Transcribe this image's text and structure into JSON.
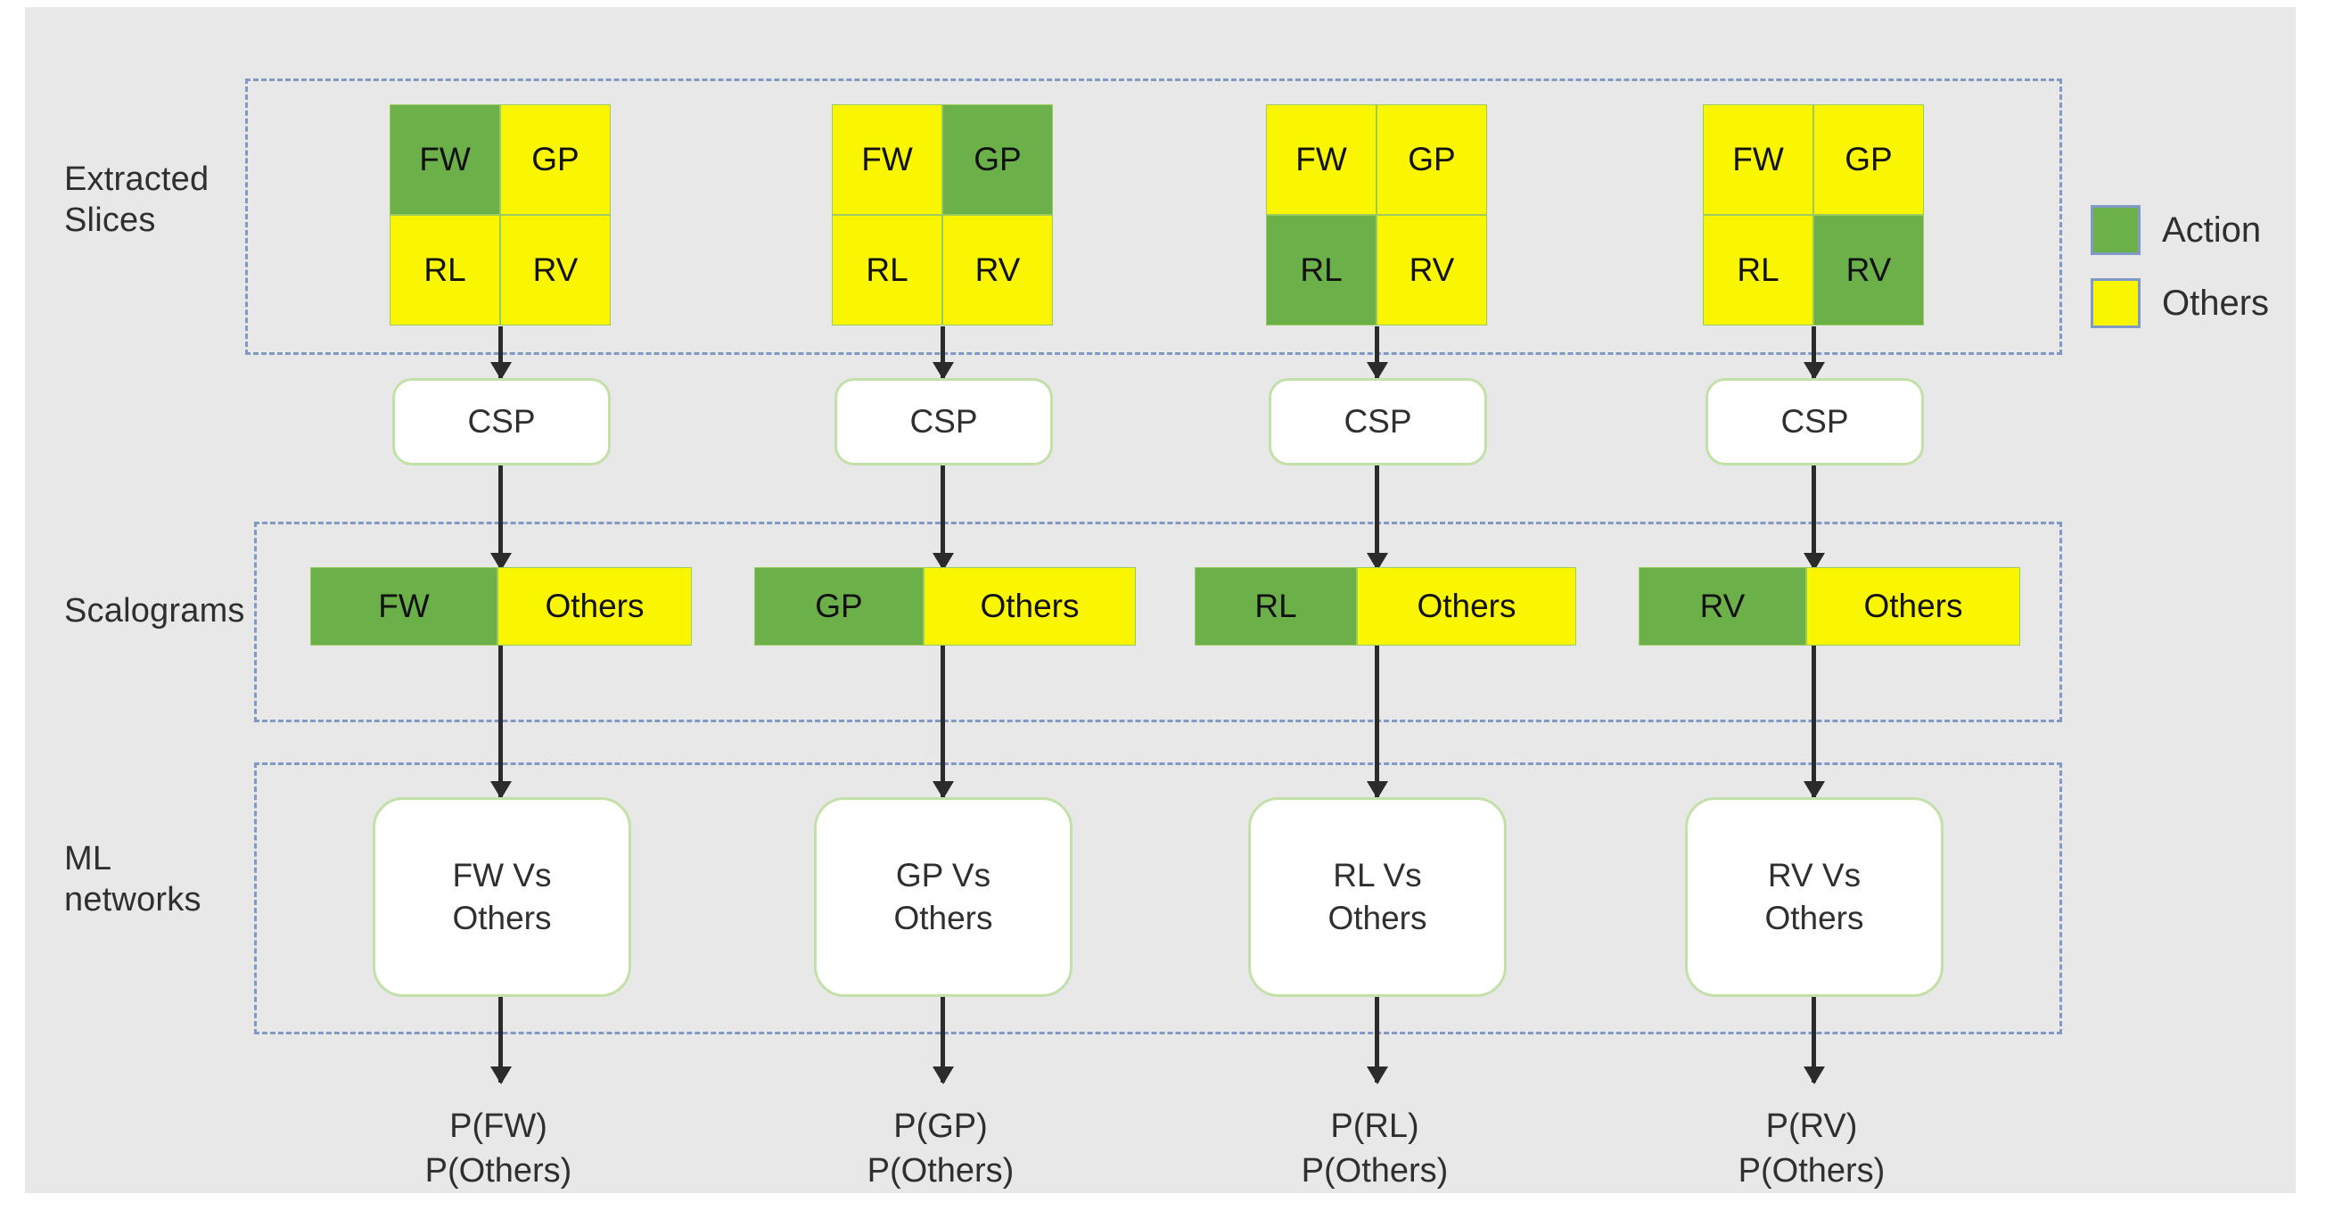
{
  "figure": {
    "background_color": "#e8e8e8",
    "action_color": "#6cb04a",
    "others_color": "#faf500",
    "frame_color": "#8199c6",
    "box_border_color": "#c3e0a8"
  },
  "row_labels": {
    "extracted_slices": "Extracted\nSlices",
    "scalograms": "Scalograms",
    "ml_networks": "ML\nnetworks"
  },
  "legend": {
    "items": [
      {
        "label": "Action",
        "color": "#6cb04a",
        "swatch": "green"
      },
      {
        "label": "Others",
        "color": "#faf500",
        "swatch": "yellow"
      }
    ]
  },
  "columns": [
    {
      "id": "fw",
      "slice_grid": {
        "cells": [
          {
            "label": "FW",
            "state": "action"
          },
          {
            "label": "GP",
            "state": "others"
          },
          {
            "label": "RL",
            "state": "others"
          },
          {
            "label": "RV",
            "state": "others"
          }
        ]
      },
      "csp_label": "CSP",
      "scalogram": {
        "action_label": "FW",
        "others_label": "Others"
      },
      "ml_label": "FW Vs\nOthers",
      "output": "P(FW)\nP(Others)"
    },
    {
      "id": "gp",
      "slice_grid": {
        "cells": [
          {
            "label": "FW",
            "state": "others"
          },
          {
            "label": "GP",
            "state": "action"
          },
          {
            "label": "RL",
            "state": "others"
          },
          {
            "label": "RV",
            "state": "others"
          }
        ]
      },
      "csp_label": "CSP",
      "scalogram": {
        "action_label": "GP",
        "others_label": "Others"
      },
      "ml_label": "GP Vs\nOthers",
      "output": "P(GP)\nP(Others)"
    },
    {
      "id": "rl",
      "slice_grid": {
        "cells": [
          {
            "label": "FW",
            "state": "others"
          },
          {
            "label": "GP",
            "state": "others"
          },
          {
            "label": "RL",
            "state": "action"
          },
          {
            "label": "RV",
            "state": "others"
          }
        ]
      },
      "csp_label": "CSP",
      "scalogram": {
        "action_label": "RL",
        "others_label": "Others"
      },
      "ml_label": "RL Vs\nOthers",
      "output": "P(RL)\nP(Others)"
    },
    {
      "id": "rv",
      "slice_grid": {
        "cells": [
          {
            "label": "FW",
            "state": "others"
          },
          {
            "label": "GP",
            "state": "others"
          },
          {
            "label": "RL",
            "state": "others"
          },
          {
            "label": "RV",
            "state": "action"
          }
        ]
      },
      "csp_label": "CSP",
      "scalogram": {
        "action_label": "RV",
        "others_label": "Others"
      },
      "ml_label": "RV Vs\nOthers",
      "output": "P(RV)\nP(Others)"
    }
  ]
}
